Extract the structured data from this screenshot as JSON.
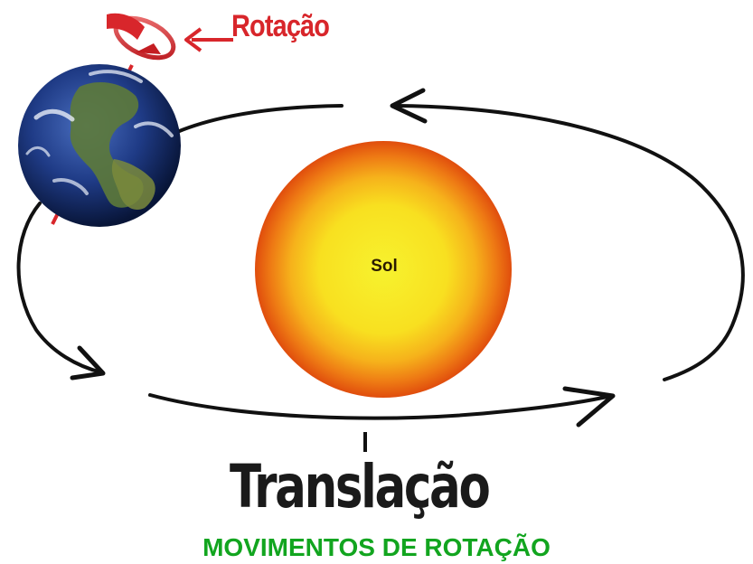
{
  "labels": {
    "rotation": "Rotação",
    "sun": "Sol",
    "translation": "Translação",
    "caption": "MOVIMENTOS DE ROTAÇÃO"
  },
  "colors": {
    "rotation_label": "#d8262b",
    "caption": "#12a51f",
    "orbit": "#111111",
    "sun_core": "#f6ee2a",
    "sun_edge": "#e8520f"
  },
  "icons": {
    "earth": "earth-globe-icon",
    "sun": "sun-icon",
    "rotation": "rotation-arrow-icon"
  }
}
